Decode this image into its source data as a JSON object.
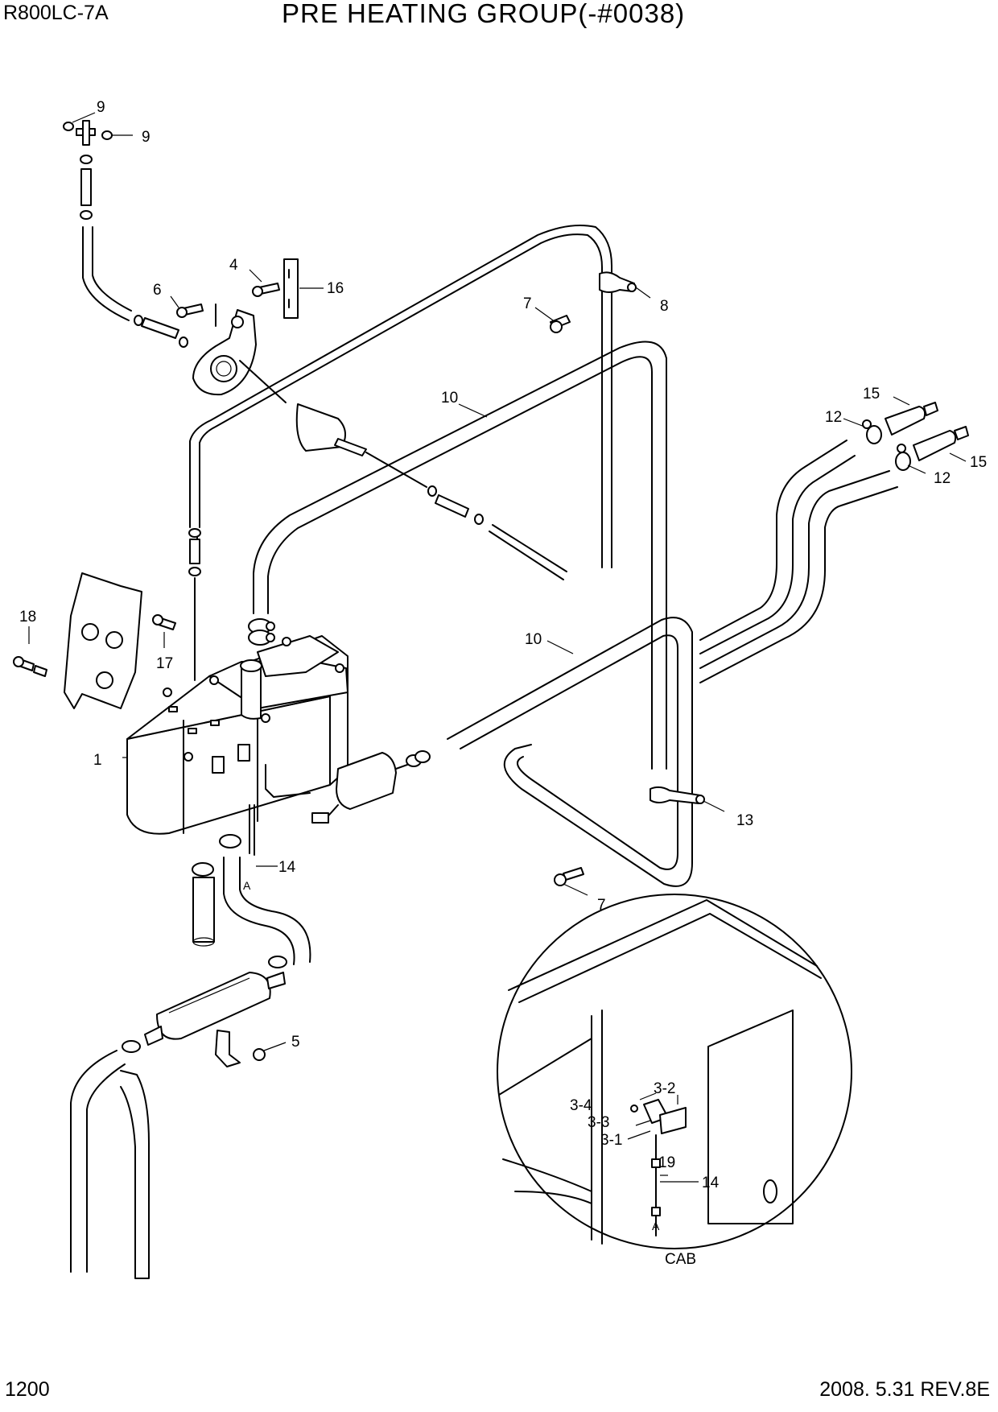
{
  "header": {
    "model": "R800LC-7A",
    "title": "PRE HEATING GROUP(-#0038)"
  },
  "footer": {
    "page": "1200",
    "revision": "2008. 5.31  REV.8E"
  },
  "callouts": {
    "c1": "1",
    "c4": "4",
    "c5": "5",
    "c6": "6",
    "c7a": "7",
    "c7b": "7",
    "c8": "8",
    "c9a": "9",
    "c9b": "9",
    "c10a": "10",
    "c10b": "10",
    "c12a": "12",
    "c12b": "12",
    "c13": "13",
    "c14": "14",
    "c15a": "15",
    "c15b": "15",
    "c16": "16",
    "c17": "17",
    "c18": "18",
    "mark_a1": "A",
    "mark_a2": "A"
  },
  "inset": {
    "label": "CAB",
    "c3_1": "3-1",
    "c3_2": "3-2",
    "c3_3": "3-3",
    "c3_4": "3-4",
    "c14": "14",
    "c19": "19"
  }
}
